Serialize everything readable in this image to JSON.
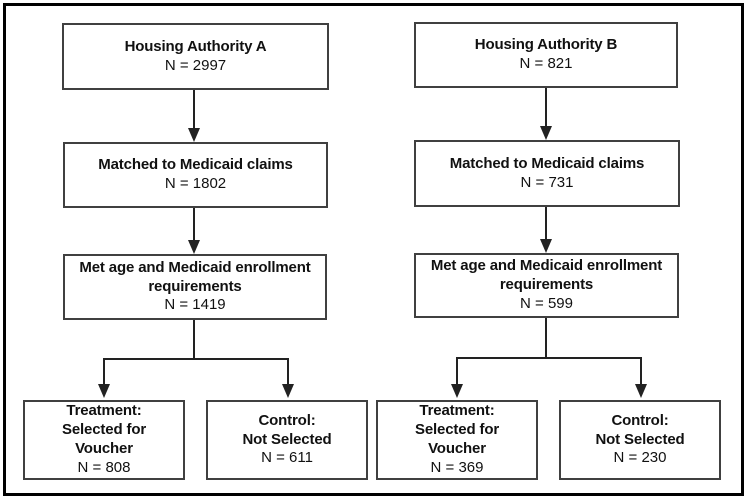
{
  "flow": {
    "columns": [
      {
        "steps": [
          {
            "lines": [
              "Housing Authority A"
            ],
            "n": "N = 2997"
          },
          {
            "lines": [
              "Matched to Medicaid claims"
            ],
            "n": "N = 1802"
          },
          {
            "lines": [
              "Met age and Medicaid enrollment",
              "requirements"
            ],
            "n": "N = 1419"
          }
        ],
        "branches": [
          {
            "lines": [
              "Treatment:",
              "Selected for",
              "Voucher"
            ],
            "n": "N = 808"
          },
          {
            "lines": [
              "Control:",
              "Not Selected"
            ],
            "n": "N = 611"
          }
        ]
      },
      {
        "steps": [
          {
            "lines": [
              "Housing Authority B"
            ],
            "n": "N = 821"
          },
          {
            "lines": [
              "Matched to Medicaid claims"
            ],
            "n": "N = 731"
          },
          {
            "lines": [
              "Met age and Medicaid enrollment",
              "requirements"
            ],
            "n": "N = 599"
          }
        ],
        "branches": [
          {
            "lines": [
              "Treatment:",
              "Selected for",
              "Voucher"
            ],
            "n": "N = 369"
          },
          {
            "lines": [
              "Control:",
              "Not Selected"
            ],
            "n": "N = 230"
          }
        ]
      }
    ]
  },
  "colors": {
    "frame": "#000000",
    "box_border": "#404040",
    "connector": "#222222",
    "text": "#111111",
    "background": "#ffffff"
  }
}
